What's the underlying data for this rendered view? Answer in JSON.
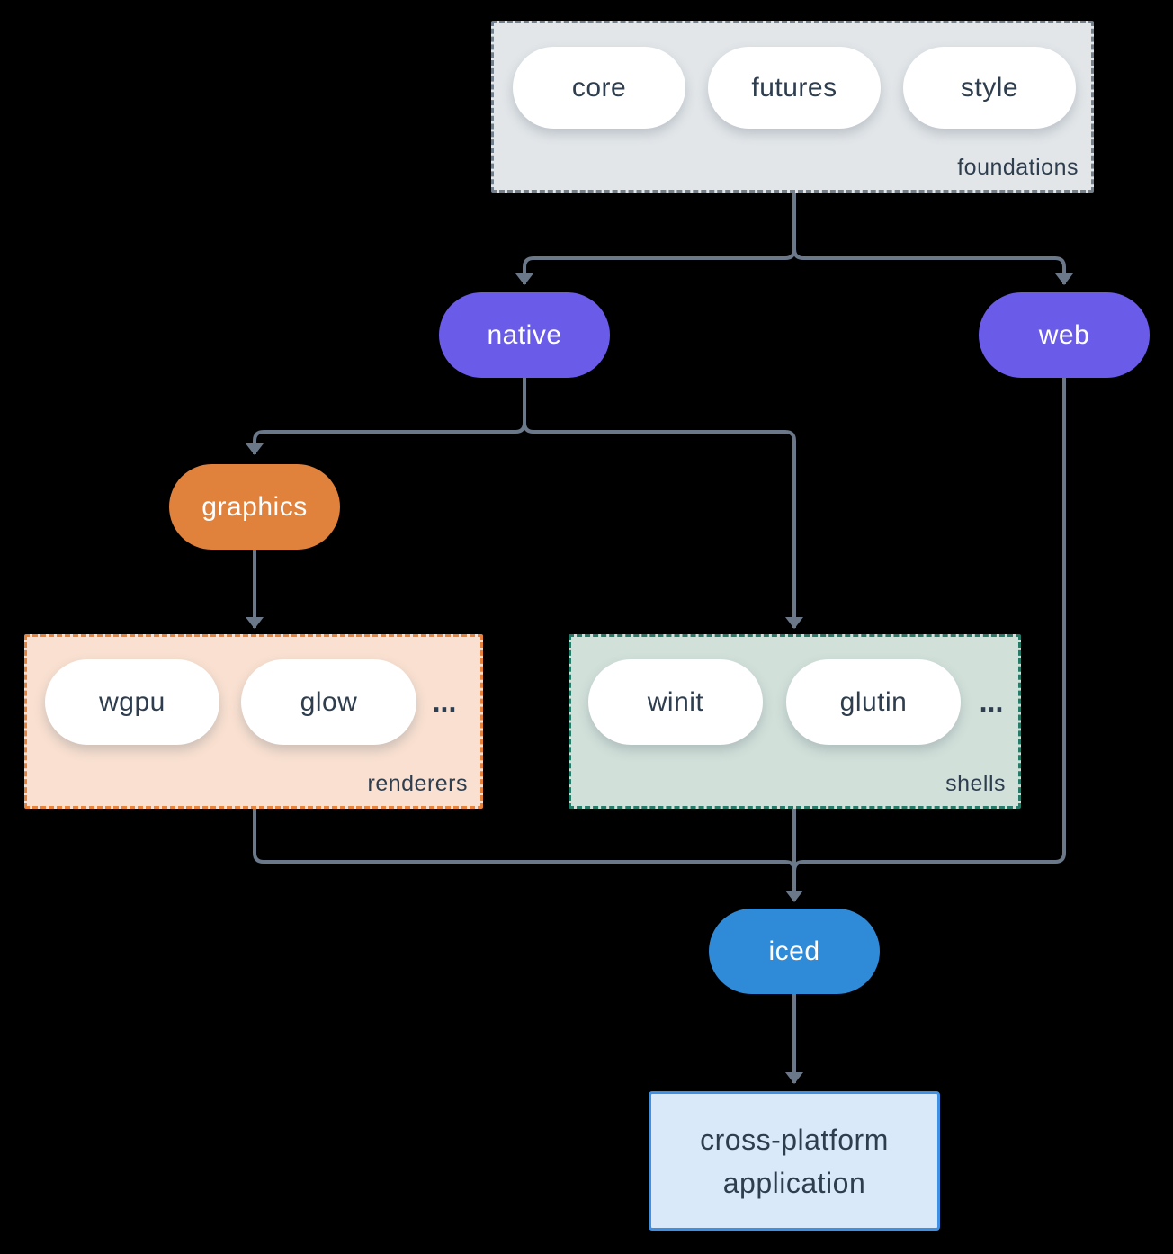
{
  "colors": {
    "background": "#000000",
    "arrow": "#6b7889",
    "node_purple": "#6a5ce9",
    "node_orange": "#e0813c",
    "node_blue": "#2f8ad8",
    "foundations_fill": "#e2e6e9",
    "foundations_border": "#75808d",
    "renderers_fill": "#f9e0d0",
    "renderers_border": "#e8833c",
    "shells_fill": "#d1e0d9",
    "shells_border": "#267a68",
    "app_fill": "#d9e9fa",
    "app_border": "#3f8fe2",
    "text_dark": "#2f3e4f"
  },
  "groups": {
    "foundations": {
      "label": "foundations",
      "items": [
        "core",
        "futures",
        "style"
      ]
    },
    "renderers": {
      "label": "renderers",
      "items": [
        "wgpu",
        "glow"
      ],
      "ellipsis": "..."
    },
    "shells": {
      "label": "shells",
      "items": [
        "winit",
        "glutin"
      ],
      "ellipsis": "..."
    }
  },
  "nodes": {
    "native": "native",
    "web": "web",
    "graphics": "graphics",
    "iced": "iced",
    "app_line1": "cross-platform",
    "app_line2": "application"
  }
}
